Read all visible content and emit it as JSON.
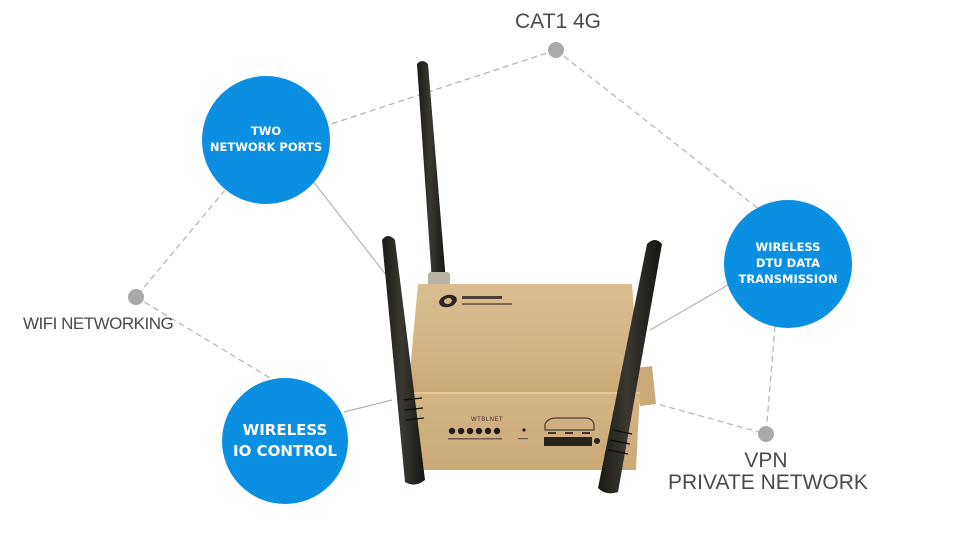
{
  "features": {
    "two_network_ports": {
      "lines": [
        "TWO",
        "NETWORK PORTS"
      ]
    },
    "wireless_dtu": {
      "lines": [
        "WIRELESS",
        "DTU DATA",
        "TRANSMISSION"
      ]
    },
    "wireless_io": {
      "lines": [
        "WIRELESS",
        "IO CONTROL"
      ]
    },
    "cat1": {
      "lines": [
        "CAT1 4G"
      ]
    },
    "wifi": {
      "lines": [
        "WIFI NETWORKING"
      ]
    },
    "vpn": {
      "lines": [
        "VPN",
        "PRIVATE NETWORK"
      ]
    }
  },
  "device": {
    "model_label": "WTBLNET"
  },
  "colors": {
    "bubble": "#0a8fe2",
    "dot": "#a9a9a9",
    "label": "#4a4a4a",
    "line": "#b5b5b5",
    "device_body": "#d6b98c"
  }
}
